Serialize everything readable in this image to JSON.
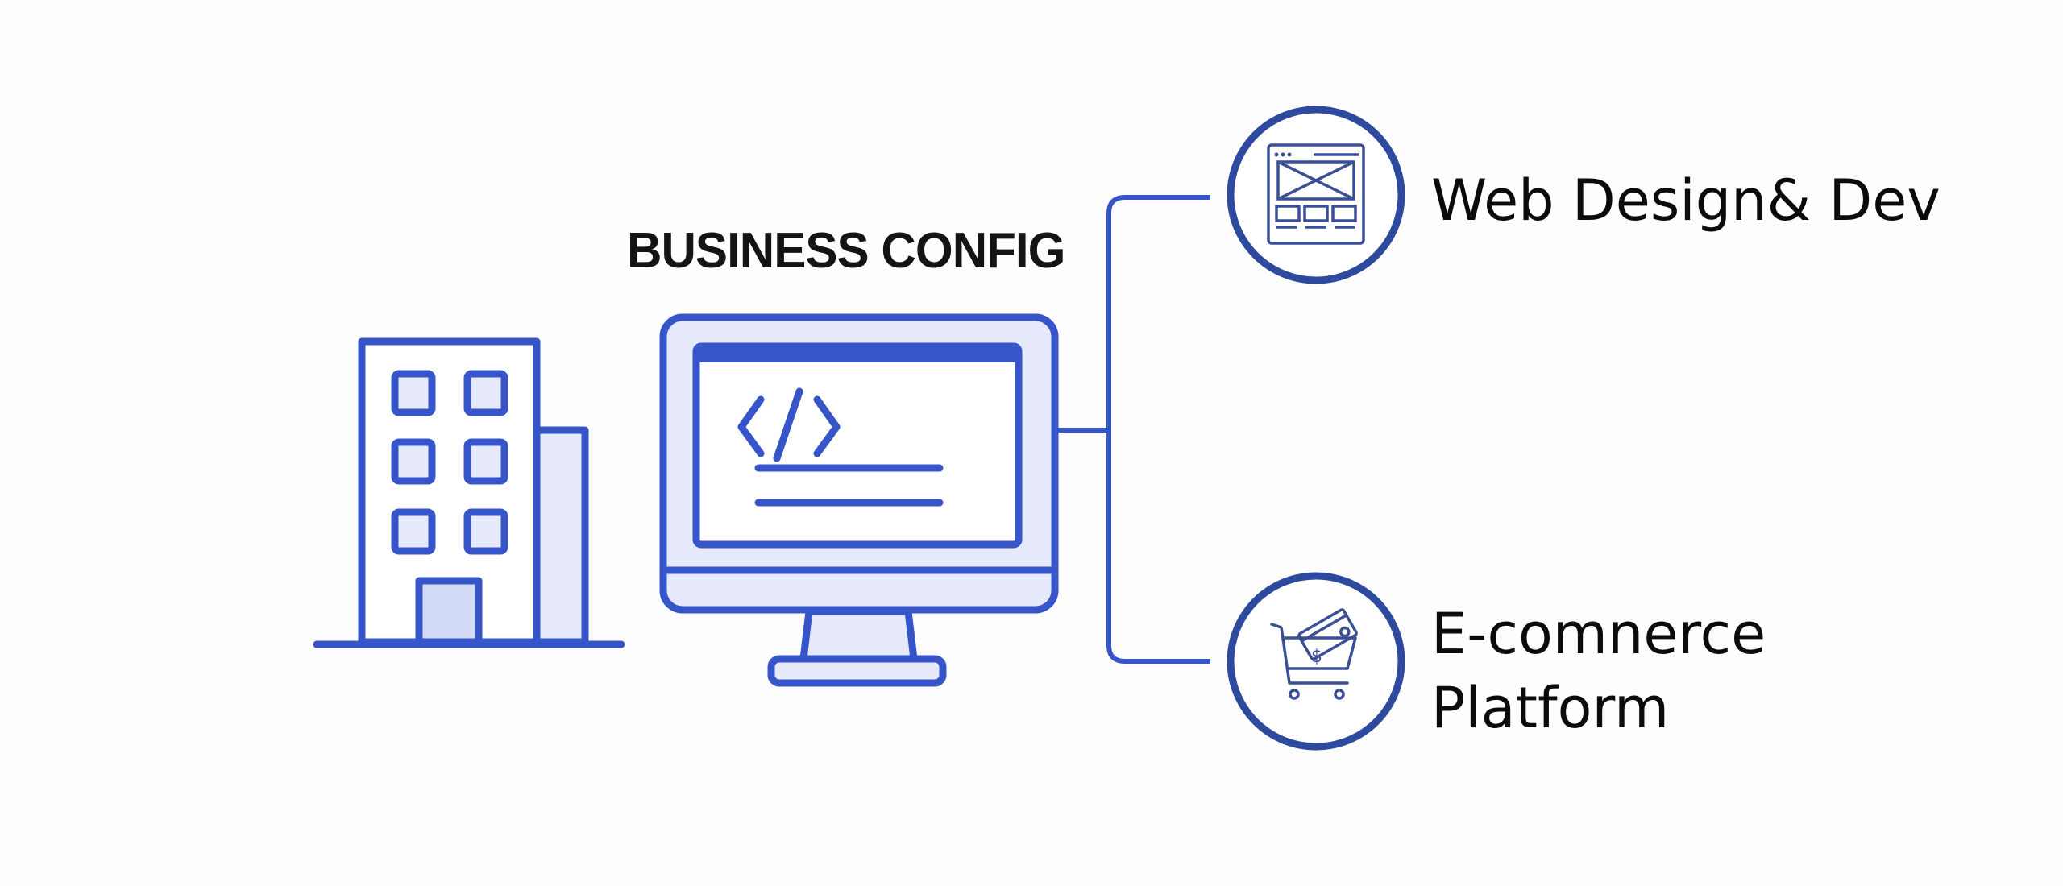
{
  "title": "BUSINESS CONFIG",
  "branches": [
    {
      "label_lines": [
        "Web Design& Dev"
      ],
      "icon": "website-wireframe-icon"
    },
    {
      "label_lines": [
        "E-comnerce",
        "Platform"
      ],
      "icon": "shopping-cart-icon"
    }
  ],
  "icons": {
    "left": "office-building-icon",
    "center": "computer-monitor-code-icon"
  },
  "colors": {
    "accent": "#3555c8",
    "circle": "#2e4a9e",
    "fill": "#e6e9fb",
    "text": "#0b0b0b"
  }
}
